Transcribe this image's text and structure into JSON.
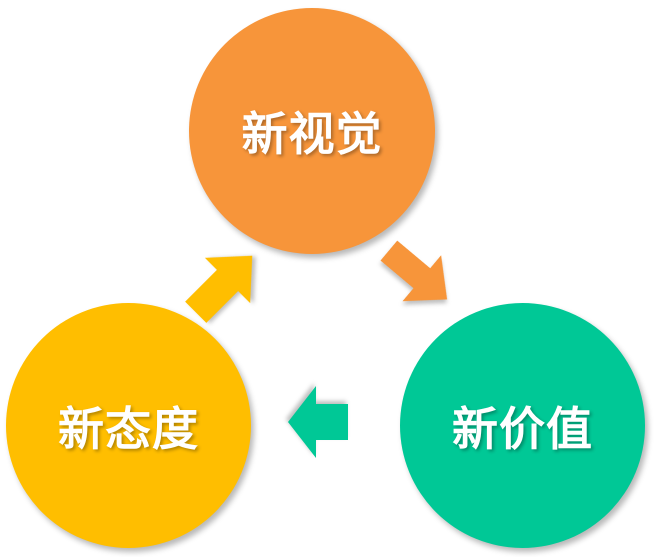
{
  "diagram": {
    "nodes": [
      {
        "id": "top",
        "label": "新视觉",
        "color": "#f7953a"
      },
      {
        "id": "right",
        "label": "新价值",
        "color": "#00c896"
      },
      {
        "id": "left",
        "label": "新态度",
        "color": "#ffbe00"
      }
    ],
    "arrows": [
      {
        "from": "top",
        "to": "right",
        "color": "#f7953a"
      },
      {
        "from": "right",
        "to": "left",
        "color": "#00c896"
      },
      {
        "from": "left",
        "to": "top",
        "color": "#ffbe00"
      }
    ]
  }
}
